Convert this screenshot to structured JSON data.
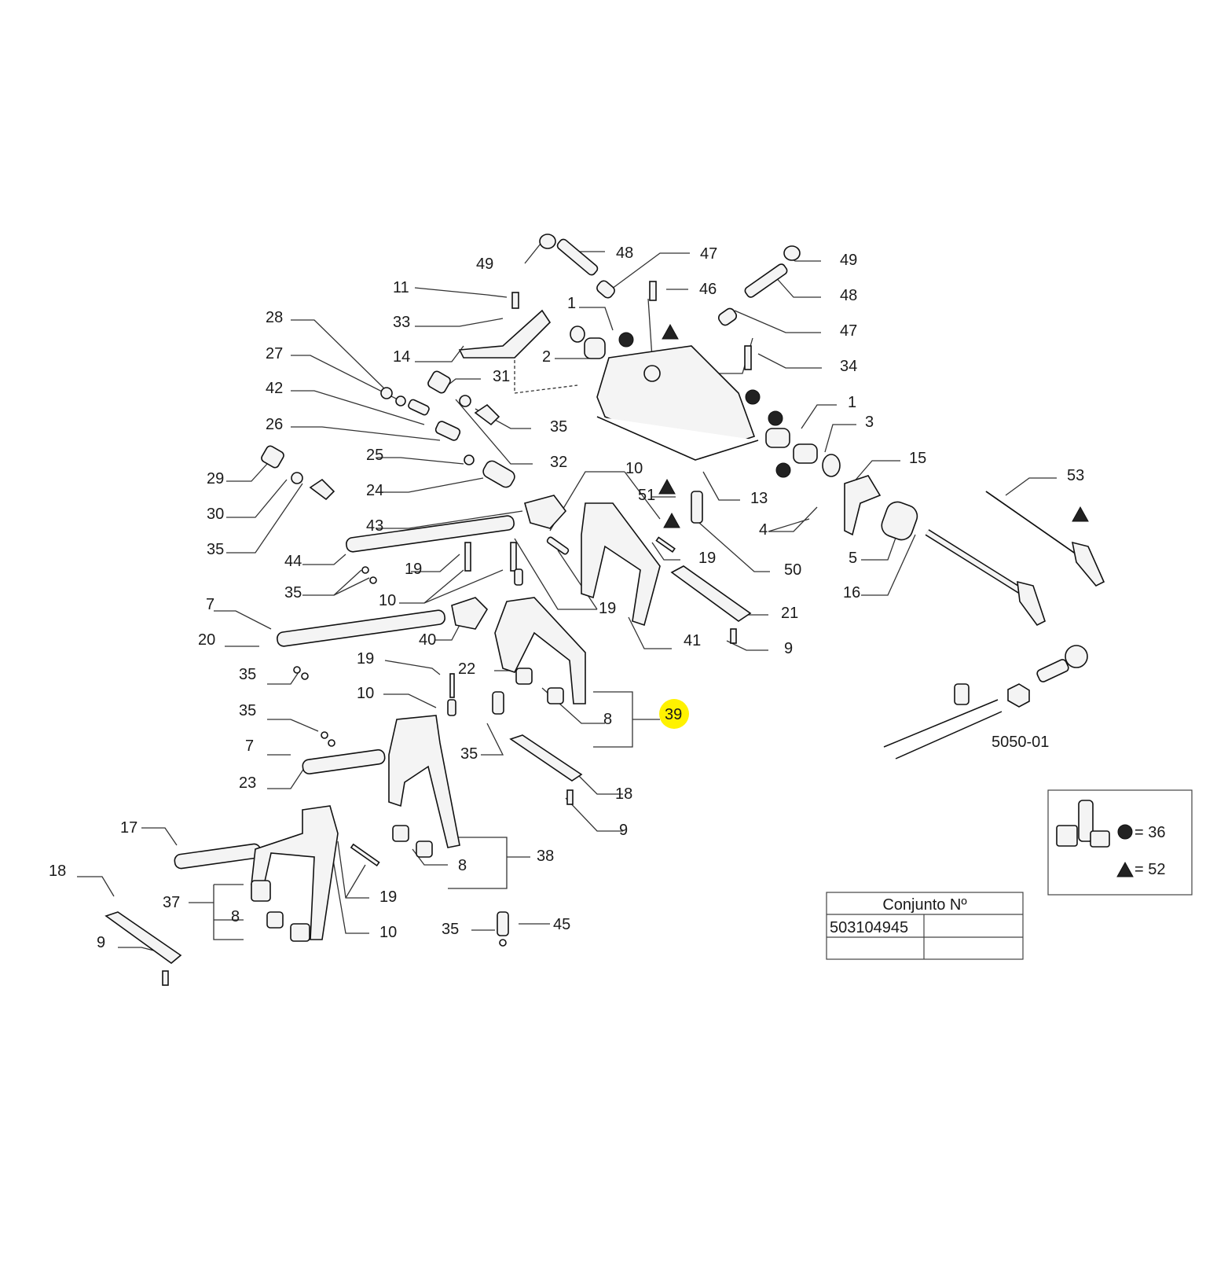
{
  "figure_code": "5050-01",
  "highlighted_callout": "39",
  "callouts": {
    "c49a": "49",
    "c48a": "48",
    "c47a": "47",
    "c46": "46",
    "c49b": "49",
    "c48b": "48",
    "c11": "11",
    "c1a": "1",
    "c33": "33",
    "c47b": "47",
    "c14": "14",
    "c2": "2",
    "c34": "34",
    "c28": "28",
    "c31": "31",
    "c27": "27",
    "c1b": "1",
    "c42": "42",
    "c35a": "35",
    "c3": "3",
    "c26": "26",
    "c32": "32",
    "c15": "15",
    "c25": "25",
    "c53": "53",
    "c10a": "10",
    "c29": "29",
    "c24": "24",
    "c51": "51",
    "c13": "13",
    "c30": "30",
    "c4": "4",
    "c43": "43",
    "c35b": "35",
    "c19a": "19",
    "c5": "5",
    "c44": "44",
    "c19b": "19",
    "c50": "50",
    "c35c": "35",
    "c16": "16",
    "c10b": "10",
    "c7a": "7",
    "c19c": "19",
    "c21": "21",
    "c20": "20",
    "c40": "40",
    "c41": "41",
    "c9a": "9",
    "c19d": "19",
    "c35d": "35",
    "c22": "22",
    "c10c": "10",
    "c8a": "8",
    "c35e": "35",
    "c35f": "35",
    "c7b": "7",
    "c23": "23",
    "c18a": "18",
    "c9b": "9",
    "c17": "17",
    "c38": "38",
    "c8b": "8",
    "c18b": "18",
    "c37": "37",
    "c19e": "19",
    "c8c": "8",
    "c35g": "35",
    "c45": "45",
    "c10d": "10",
    "c9c": "9"
  },
  "legend": {
    "circle_label": "=  36",
    "triangle_label": "=  52"
  },
  "assembly_table": {
    "header": "Conjunto Nº",
    "rows": [
      [
        "503104945",
        ""
      ],
      [
        "",
        ""
      ]
    ]
  }
}
